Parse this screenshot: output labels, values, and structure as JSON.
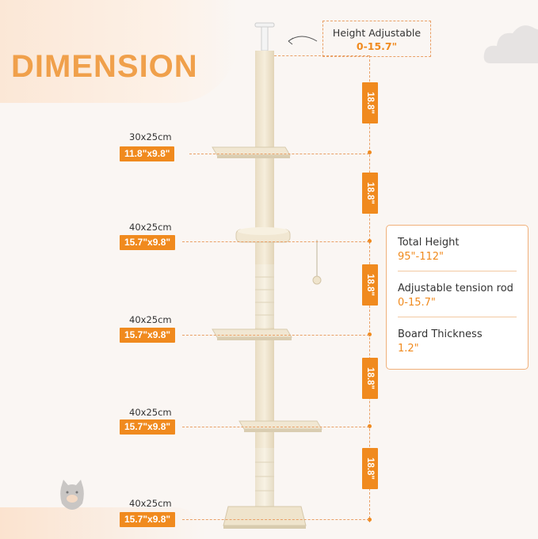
{
  "title": "DIMENSION",
  "height_adjust": {
    "label": "Height Adjustable",
    "value": "0-15.7\""
  },
  "platforms": [
    {
      "cm": "30x25cm",
      "inch": "11.8\"x9.8\""
    },
    {
      "cm": "40x25cm",
      "inch": "15.7\"x9.8\""
    },
    {
      "cm": "40x25cm",
      "inch": "15.7\"x9.8\""
    },
    {
      "cm": "40x25cm",
      "inch": "15.7\"x9.8\""
    },
    {
      "cm": "40x25cm",
      "inch": "15.7\"x9.8\""
    }
  ],
  "segments": [
    "18.8\"",
    "18.8\"",
    "18.8\"",
    "18.8\"",
    "18.8\""
  ],
  "specs": [
    {
      "label": "Total Height",
      "value": "95\"-112\""
    },
    {
      "label": "Adjustable tension rod",
      "value": "0-15.7\""
    },
    {
      "label": "Board Thickness",
      "value": "1.2\""
    }
  ],
  "colors": {
    "accent": "#f08a1e",
    "title": "#f0a04b",
    "plush": "#efe4cc"
  },
  "icons": [
    "cloud-icon",
    "curved-arrow-icon",
    "cat-icon"
  ]
}
